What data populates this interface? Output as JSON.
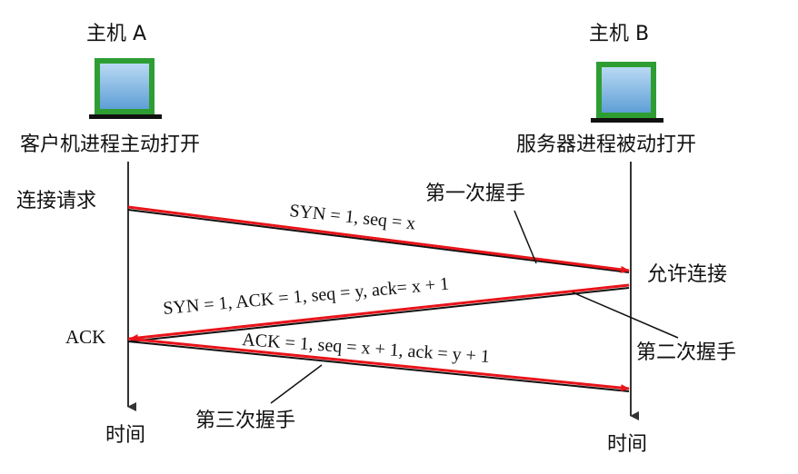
{
  "hosts": {
    "a": {
      "name": "主机 A",
      "action": "客户机进程主动打开",
      "icon": "computer-monitor-icon"
    },
    "b": {
      "name": "主机 B",
      "action": "服务器进程被动打开",
      "icon": "computer-monitor-icon"
    }
  },
  "events": {
    "connect_request": "连接请求",
    "allow_connect": "允许连接",
    "ack": "ACK"
  },
  "timeline_label": "时间",
  "messages": [
    {
      "label": "SYN = 1, seq = x",
      "handshake": "第一次握手"
    },
    {
      "label": "SYN = 1, ACK = 1, seq = y, ack= x + 1",
      "handshake": "第二次握手"
    },
    {
      "label": "ACK = 1, seq = x + 1, ack = y + 1",
      "handshake": "第三次握手"
    }
  ],
  "colors": {
    "arrow_red": "#e8141a",
    "timeline": "#333333",
    "monitor_frame": "#2e9e33",
    "screen": "#7fb6e2"
  }
}
